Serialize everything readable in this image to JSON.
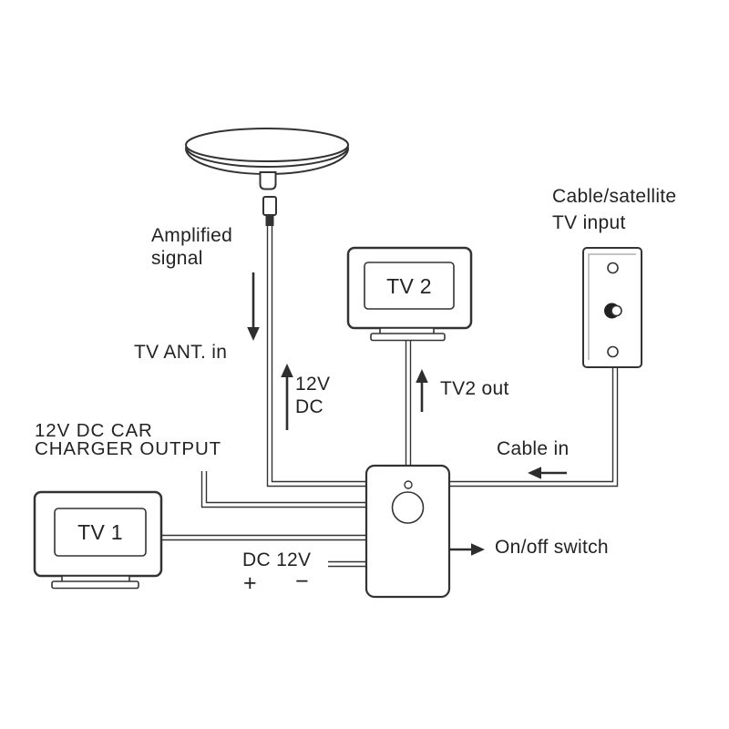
{
  "diagram": {
    "labels": {
      "amplified_signal": {
        "line1": "Amplified",
        "line2": "signal"
      },
      "tv_ant_in": "TV ANT. in",
      "twelve_v_dc": {
        "line1": "12V",
        "line2": "DC"
      },
      "tv2_out": "TV2 out",
      "cable_satellite_input": {
        "line1": "Cable/satellite",
        "line2": "TV input"
      },
      "cable_in": "Cable in",
      "car_charger_output": {
        "line1": "12V DC CAR",
        "line2": "CHARGER OUTPUT"
      },
      "dc_12v": "DC 12V",
      "plus_sign": "+",
      "minus_sign": "−",
      "on_off_switch": "On/off switch",
      "tv1": "TV 1",
      "tv2": "TV 2"
    },
    "colors": {
      "line": "#333333",
      "text": "#232323",
      "background": "#ffffff"
    }
  }
}
